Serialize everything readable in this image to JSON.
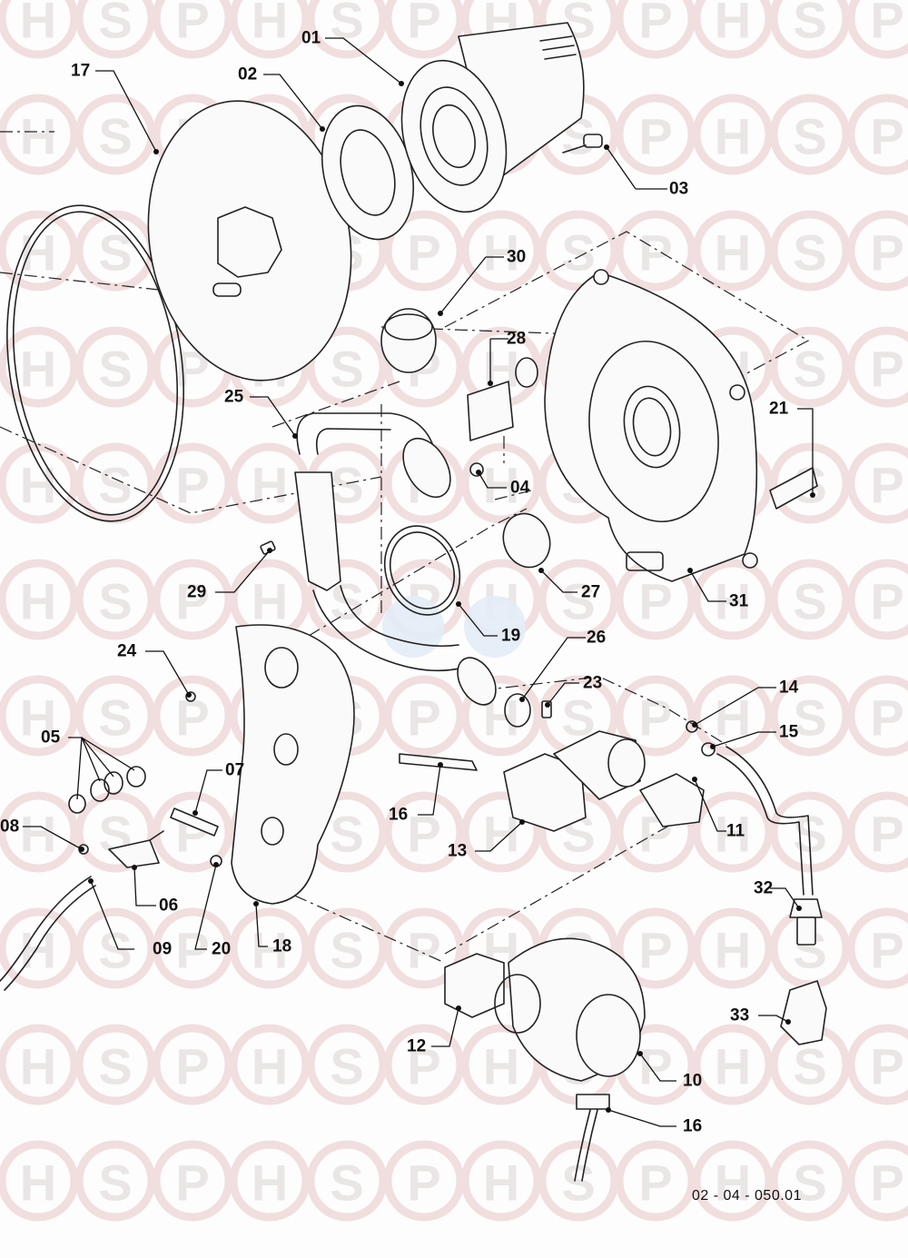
{
  "watermark": {
    "letters": [
      "H",
      "S",
      "P"
    ]
  },
  "callouts": [
    "01",
    "02",
    "03",
    "17",
    "30",
    "28",
    "25",
    "21",
    "04",
    "29",
    "27",
    "31",
    "19",
    "24",
    "26",
    "23",
    "14",
    "15",
    "05",
    "07",
    "16",
    "13",
    "11",
    "08",
    "06",
    "09",
    "20",
    "18",
    "32",
    "33",
    "12",
    "10",
    "16"
  ],
  "drawing_ref": "02 - 04 - 050.01"
}
